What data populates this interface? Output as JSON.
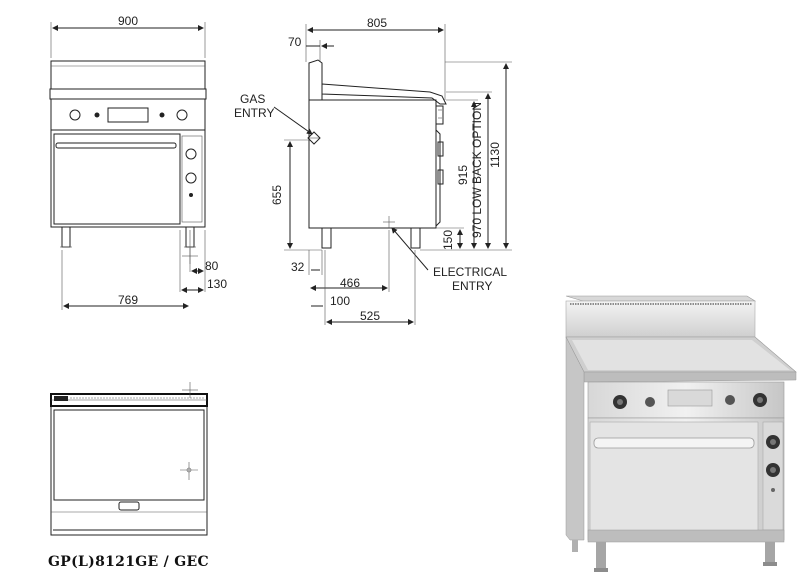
{
  "model": "GP(L)8121GE / GEC",
  "front_view": {
    "width_label": "900",
    "depth_left_label": "769",
    "right_offset_1": "80",
    "right_offset_2": "130"
  },
  "side_view": {
    "depth_label": "805",
    "top_offset_label": "70",
    "gas_entry_label": "GAS",
    "gas_entry_label_2": "ENTRY",
    "electrical_entry_label": "ELECTRICAL",
    "electrical_entry_label_2": "ENTRY",
    "height_655": "655",
    "offset_32": "32",
    "offset_466": "466",
    "offset_100": "100",
    "offset_525": "525",
    "height_150": "150",
    "height_915": "915",
    "height_970": "970 LOW BACK OPTION",
    "height_1130": "1130"
  },
  "colors": {
    "line": "#222222",
    "steel_light": "#e6e6e6",
    "steel_mid": "#c9c9c9",
    "steel_dark": "#8c8c8c"
  }
}
